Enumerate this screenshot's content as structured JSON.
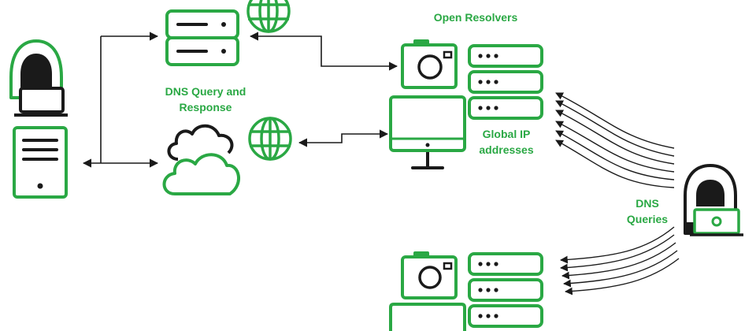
{
  "labels": {
    "open_resolvers": "Open Resolvers",
    "dns_query_response_line1": "DNS Query and",
    "dns_query_response_line2": "Response",
    "global_ip_line1": "Global IP",
    "global_ip_line2": "addresses",
    "dns_queries_line1": "DNS",
    "dns_queries_line2": "Queries"
  },
  "colors": {
    "accent": "#2aa844",
    "stroke": "#1a1a1a",
    "background": "#ffffff"
  },
  "icons": [
    "hooded-attacker-icon",
    "victim-server-icon",
    "dns-server-icon",
    "globe-icon",
    "cloud-icon",
    "camera-icon",
    "server-rack-icon",
    "monitor-icon",
    "attacker-laptop-icon"
  ]
}
